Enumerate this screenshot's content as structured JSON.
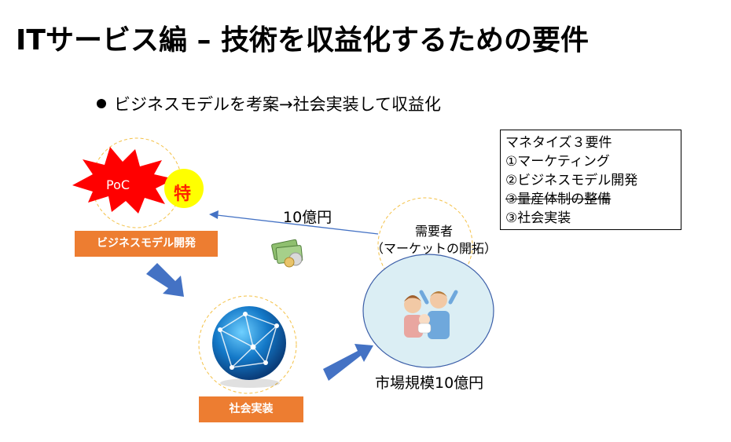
{
  "title": "ITサービス編 – 技術を収益化するための要件",
  "bullet": "ビジネスモデルを考案→社会実装して収益化",
  "requirements_box": {
    "heading": "マネタイズ３要件",
    "items": [
      {
        "text": "①マーケティング",
        "struck": false
      },
      {
        "text": "②ビジネスモデル開発",
        "struck": false
      },
      {
        "text": "③量産体制の整備",
        "struck": true
      },
      {
        "text": "③社会実装",
        "struck": false
      }
    ]
  },
  "nodes": {
    "business_model": "ビジネスモデル開発",
    "social_implementation": "社会実装",
    "poc": "PoC",
    "patent": "特",
    "demand": "需要者",
    "demand_sub": "（マーケットの開拓）",
    "market_size": "市場規模10億円"
  },
  "flow": {
    "amount": "10億円"
  },
  "colors": {
    "orange": "#ed7d31",
    "arrow_blue": "#4472c4",
    "burst_red": "#ff0000",
    "yellow": "#ffff00",
    "dashed_circle": "#f4c146",
    "market_fill": "#dbeef4"
  },
  "icons": [
    "burst-icon",
    "money-icon",
    "globe-icon",
    "family-icon"
  ]
}
